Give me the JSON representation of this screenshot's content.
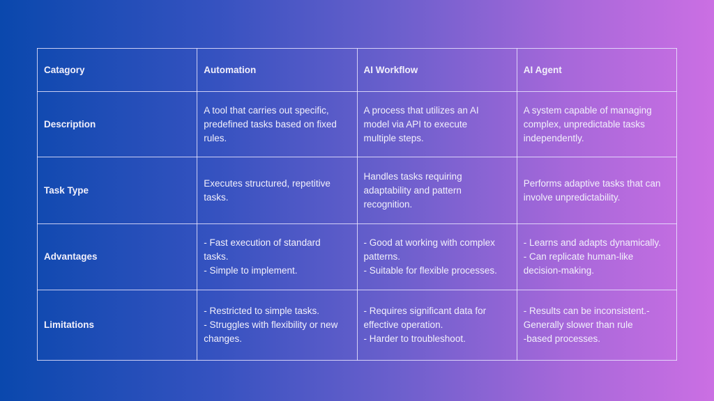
{
  "header": [
    "Catagory",
    "Automation",
    "AI Workflow",
    "AI Agent"
  ],
  "rows": [
    {
      "label": "Description",
      "cells": [
        "A tool that carries out specific,\npredefined tasks based on fixed\nrules.",
        "A process that utilizes an AI\nmodel via API to execute\nmultiple steps.",
        "A system capable of managing\ncomplex, unpredictable tasks\nindependently."
      ]
    },
    {
      "label": "Task Type",
      "cells": [
        "Executes structured, repetitive\ntasks.",
        "Handles tasks requiring\nadaptability and pattern\nrecognition.",
        "Performs adaptive tasks that can\ninvolve unpredictability."
      ]
    },
    {
      "label": "Advantages",
      "cells": [
        "- Fast execution of standard\ntasks.\n- Simple to implement.",
        "- Good at working with complex\npatterns.\n- Suitable for flexible processes.",
        "- Learns and adapts dynamically.\n- Can replicate human-like\ndecision-making."
      ]
    },
    {
      "label": "Limitations",
      "cells": [
        "- Restricted to simple tasks.\n- Struggles with flexibility or new\nchanges.",
        "- Requires significant data for\neffective operation.\n- Harder to troubleshoot.",
        "- Results can be inconsistent.-\nGenerally slower than rule\n-based processes."
      ]
    }
  ]
}
